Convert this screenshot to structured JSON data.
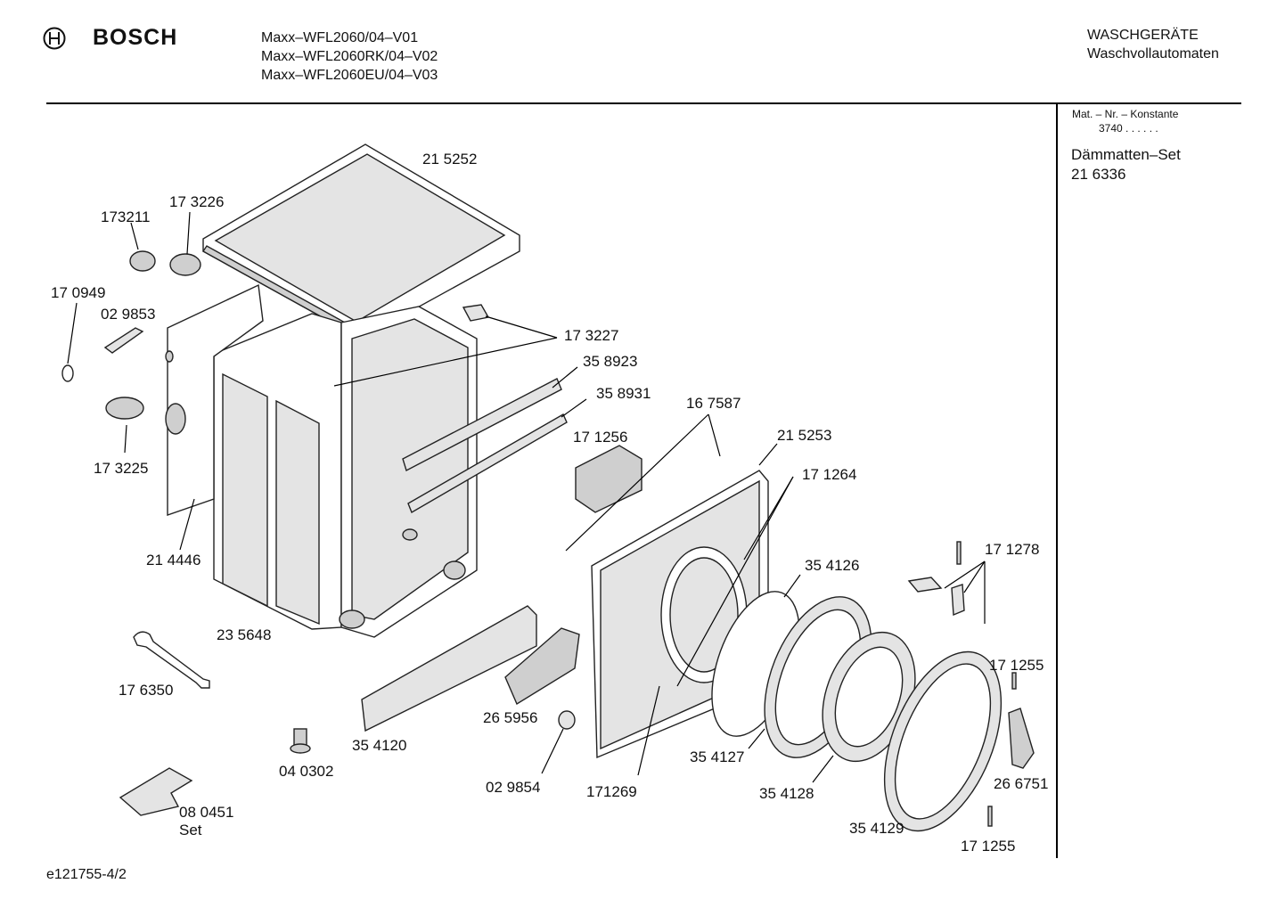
{
  "header": {
    "brand": "BOSCH",
    "models": [
      "Maxx–WFL2060/04–V01",
      "Maxx–WFL2060RK/04–V02",
      "Maxx–WFL2060EU/04–V03"
    ],
    "category_line1": "WASCHGERÄTE",
    "category_line2": "Waschvollautomaten"
  },
  "sidebar": {
    "mat_label": "Mat. – Nr. – Konstante",
    "mat_value": "3740  .  .    .  .  .  .",
    "set_name": "Dämmatten–Set",
    "set_number": "21 6336"
  },
  "parts": [
    {
      "id": "p215252",
      "text": "21 5252"
    },
    {
      "id": "p173226",
      "text": "17 3226"
    },
    {
      "id": "p173211",
      "text": "173211"
    },
    {
      "id": "p170949",
      "text": "17 0949"
    },
    {
      "id": "p029853",
      "text": "02 9853"
    },
    {
      "id": "p173227",
      "text": "17 3227"
    },
    {
      "id": "p358923",
      "text": "35 8923"
    },
    {
      "id": "p358931",
      "text": "35 8931"
    },
    {
      "id": "p167587",
      "text": "16 7587"
    },
    {
      "id": "p171256",
      "text": "17 1256"
    },
    {
      "id": "p215253",
      "text": "21 5253"
    },
    {
      "id": "p171264",
      "text": "17 1264"
    },
    {
      "id": "p173225",
      "text": "17 3225"
    },
    {
      "id": "p214446",
      "text": "21 4446"
    },
    {
      "id": "p354126",
      "text": "35 4126"
    },
    {
      "id": "p171278",
      "text": "17 1278"
    },
    {
      "id": "p235648",
      "text": "23 5648"
    },
    {
      "id": "p171255a",
      "text": "17 1255"
    },
    {
      "id": "p176350",
      "text": "17 6350"
    },
    {
      "id": "p265956",
      "text": "26 5956"
    },
    {
      "id": "p354120",
      "text": "35 4120"
    },
    {
      "id": "p354127",
      "text": "35 4127"
    },
    {
      "id": "p040302",
      "text": "04 0302"
    },
    {
      "id": "p029854",
      "text": "02 9854"
    },
    {
      "id": "p171269",
      "text": "171269"
    },
    {
      "id": "p354128",
      "text": "35 4128"
    },
    {
      "id": "p266751",
      "text": "26 6751"
    },
    {
      "id": "p080451",
      "text": "08 0451"
    },
    {
      "id": "p080451set",
      "text": "Set"
    },
    {
      "id": "p354129",
      "text": "35 4129"
    },
    {
      "id": "p171255b",
      "text": "17 1255"
    }
  ],
  "footer": {
    "code": "e121755-4/2"
  }
}
